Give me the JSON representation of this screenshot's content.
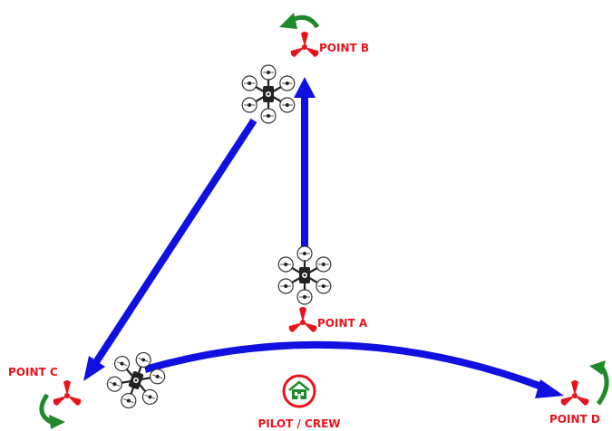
{
  "waypoints": {
    "point_a": {
      "label": "POINT A"
    },
    "point_b": {
      "label": "POINT B"
    },
    "point_c": {
      "label": "POINT C"
    },
    "point_d": {
      "label": "POINT D"
    }
  },
  "pilot": {
    "label": "PILOT / CREW"
  },
  "colors": {
    "flight_path": "#1010e0",
    "marker": "#e8141b",
    "rotation": "#1e8a2a",
    "pilot_icon": "#1e8a2a",
    "pilot_ring": "#e8141b"
  },
  "icons": {
    "waypoint": "tripod-marker-icon",
    "drone": "hexacopter-drone-icon",
    "rotation": "rotate-arrow-icon",
    "pilot": "home-icon"
  }
}
